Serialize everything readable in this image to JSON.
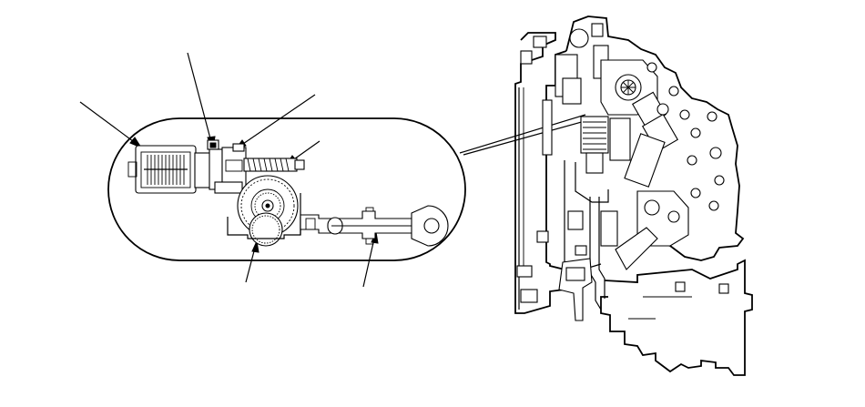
{
  "diagram": {
    "type": "technical-line-drawing",
    "subject": "gear-shift-actuator-assembly",
    "ink_color": "#000000",
    "background_color": "#ffffff",
    "leader_lines_count": 6,
    "visible_text": []
  }
}
